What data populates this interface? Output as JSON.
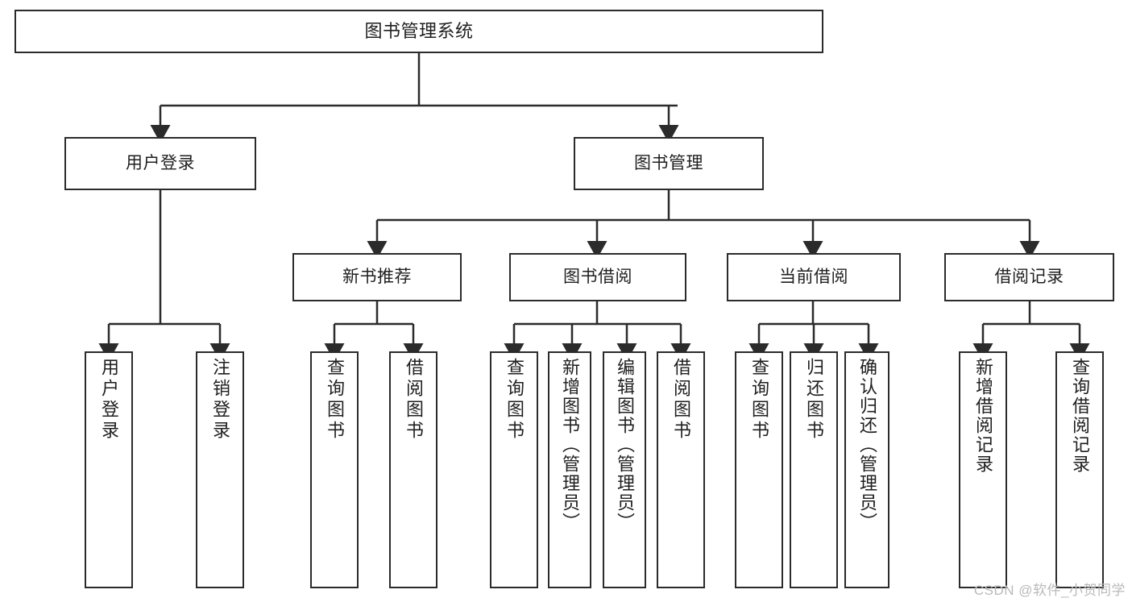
{
  "diagram": {
    "title": "图书管理系统",
    "type": "tree-hierarchy-chart",
    "watermark": "CSDN @软件_小贺同学",
    "colors": {
      "box_border": "#2b2b2b",
      "box_fill": "#ffffff",
      "edge": "#2b2b2b",
      "text": "#1f1f1f",
      "watermark": "#b9b9b9",
      "background": "#ffffff"
    },
    "levels": {
      "root": {
        "label": "图书管理系统"
      },
      "level2": [
        {
          "label": "用户登录"
        },
        {
          "label": "图书管理"
        }
      ],
      "level3": [
        {
          "label": "新书推荐"
        },
        {
          "label": "图书借阅"
        },
        {
          "label": "当前借阅"
        },
        {
          "label": "借阅记录"
        }
      ],
      "level4": [
        {
          "label": "用户登录",
          "parent": "用户登录"
        },
        {
          "label": "注销登录",
          "parent": "用户登录"
        },
        {
          "label": "查询图书",
          "parent": "新书推荐"
        },
        {
          "label": "借阅图书",
          "parent": "新书推荐"
        },
        {
          "label": "查询图书",
          "parent": "图书借阅"
        },
        {
          "label": "新增图书（管理员）",
          "parent": "图书借阅"
        },
        {
          "label": "编辑图书（管理员）",
          "parent": "图书借阅"
        },
        {
          "label": "借阅图书",
          "parent": "图书借阅"
        },
        {
          "label": "查询图书",
          "parent": "当前借阅"
        },
        {
          "label": "归还图书",
          "parent": "当前借阅"
        },
        {
          "label": "确认归还（管理员）",
          "parent": "当前借阅"
        },
        {
          "label": "新增借阅记录",
          "parent": "借阅记录"
        },
        {
          "label": "查询借阅记录",
          "parent": "借阅记录"
        }
      ]
    }
  }
}
